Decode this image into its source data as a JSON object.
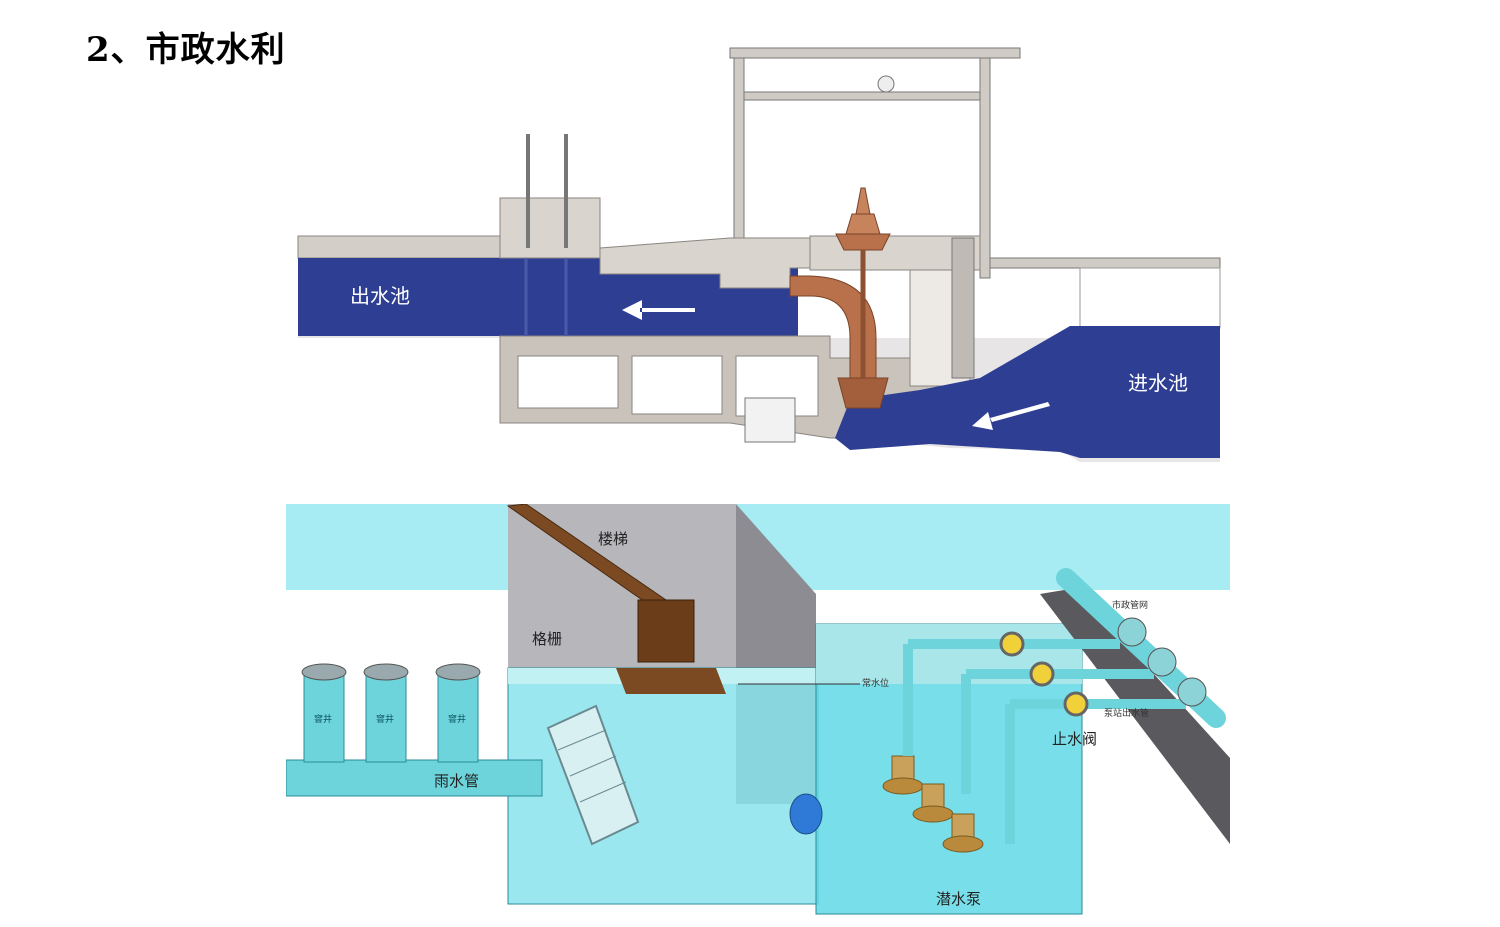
{
  "heading": "2、市政水利",
  "colors": {
    "water_dark": "#2e3f93",
    "concrete": "#c9c3bc",
    "copper": "#b8714a",
    "water_light": "#5fd8e6",
    "sky": "#a6ecf2",
    "wall_grey": "#a9a9ad",
    "pipe": "#6ed4dc"
  },
  "pump_station": {
    "outlet_pool": "出水池",
    "inlet_pool": "进水池"
  },
  "storm_station": {
    "stairs": "楼梯",
    "grille": "格栅",
    "normal_level": "常水位",
    "municipal_network": "市政管网",
    "pump_outlet_pipe": "泵站出水管",
    "check_valve": "止水阀",
    "rain_pipe": "雨水管",
    "submersible_pump": "潜水泵",
    "wells": [
      "窨井",
      "窨井",
      "窨井"
    ]
  }
}
